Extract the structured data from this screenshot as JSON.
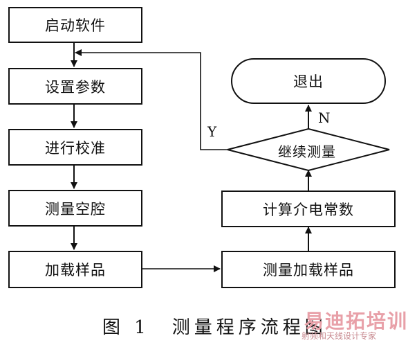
{
  "steps": {
    "start_software": "启动软件",
    "set_parameters": "设置参数",
    "calibrate": "进行校准",
    "measure_empty_cavity": "测量空腔",
    "load_sample": "加载样品",
    "measure_loaded_sample": "测量加载样品",
    "compute_dielectric_constant": "计算介电常数",
    "continue_measuring": "继续测量",
    "exit": "退出"
  },
  "branches": {
    "yes": "Y",
    "no": "N"
  },
  "caption": "图 1　测量程序流程图",
  "watermark": {
    "main": "易迪拓培训",
    "sub": "射频和天线设计专家"
  },
  "colors": {
    "line": "#111111",
    "watermark": "#e8a0a8"
  }
}
